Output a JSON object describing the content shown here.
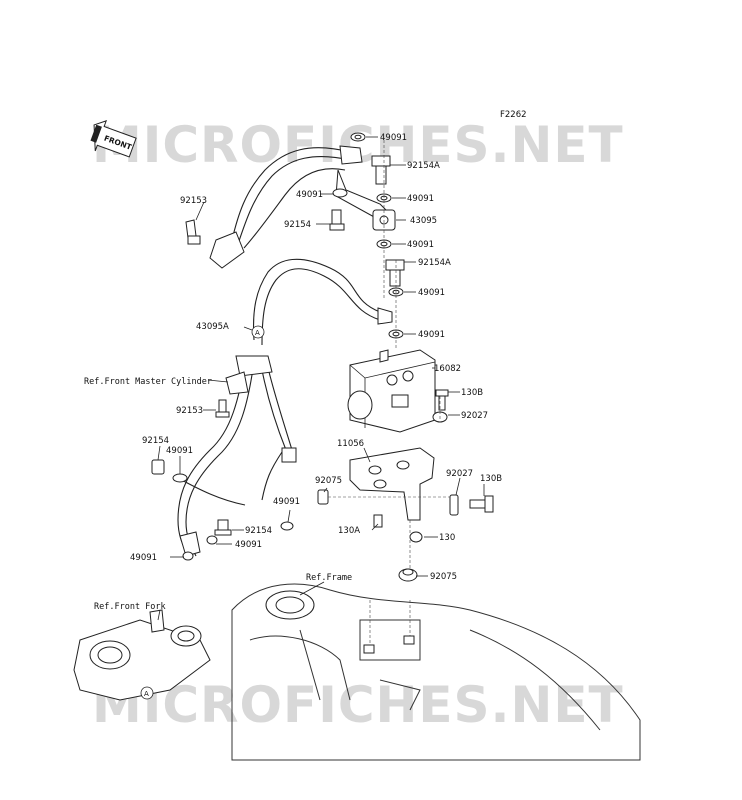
{
  "figure_code": "F2262",
  "watermark": "MICROFICHES.NET",
  "front_arrow_label": "FRONT",
  "ref_labels": {
    "master_cylinder": "Ref.Front Master Cylinder",
    "front_fork": "Ref.Front Fork",
    "frame": "Ref.Frame"
  },
  "callout_letter": "A",
  "part_labels": {
    "p1": "49091",
    "p2": "92154A",
    "p3": "49091",
    "p4": "49091",
    "p5": "43095",
    "p6": "92154",
    "p7": "49091",
    "p8": "92153",
    "p9": "92154A",
    "p10": "49091",
    "p11": "43095A",
    "p12": "49091",
    "p13": "16082",
    "p14": "130B",
    "p15": "92153",
    "p16": "92027",
    "p17": "11056",
    "p18": "92154",
    "p19": "49091",
    "p20": "92027",
    "p21": "130B",
    "p22": "92075",
    "p23": "49091",
    "p24": "92154",
    "p25": "49091",
    "p26": "130A",
    "p27": "130",
    "p28": "49091",
    "p29": "92075"
  }
}
